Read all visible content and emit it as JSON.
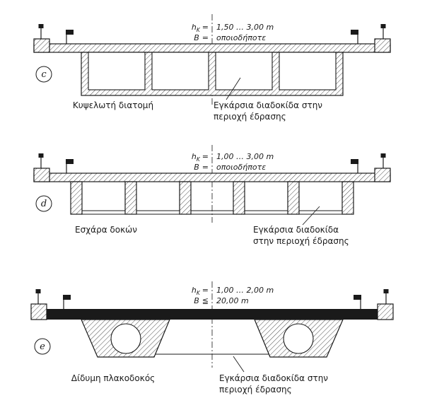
{
  "page": {
    "background": "#ffffff",
    "ink": "#1a1a1a"
  },
  "diagrams": {
    "c": {
      "letter": "c",
      "h_sym": "h",
      "h_sub": "K",
      "h_eq": "=",
      "h_val": "1,50 … 3,00 m",
      "b_sym": "B",
      "b_eq": "=",
      "b_val": "οποιοδήποτε",
      "caption_left": "Κυψελωτή διατομή",
      "caption_right_1": "Εγκάρσια διαδοκίδα στην",
      "caption_right_2": "περιοχή έδρασης"
    },
    "d": {
      "letter": "d",
      "h_sym": "h",
      "h_sub": "K",
      "h_eq": "=",
      "h_val": "1,00 … 3,00 m",
      "b_sym": "B",
      "b_eq": "=",
      "b_val": "οποιοδήποτε",
      "caption_left": "Εσχάρα δοκών",
      "caption_right_1": "Εγκάρσια διαδοκίδα",
      "caption_right_2": "στην περιοχή έδρασης"
    },
    "e": {
      "letter": "e",
      "h_sym": "h",
      "h_sub": "K",
      "h_eq": "=",
      "h_val": "1,00 … 2,00 m",
      "b_sym": "B",
      "b_eq": "≦",
      "b_val": "20,00 m",
      "caption_left": "Δίδυμη πλακοδοκός",
      "caption_right_1": "Εγκάρσια διαδοκίδα στην",
      "caption_right_2": "περιοχή έδρασης"
    }
  }
}
